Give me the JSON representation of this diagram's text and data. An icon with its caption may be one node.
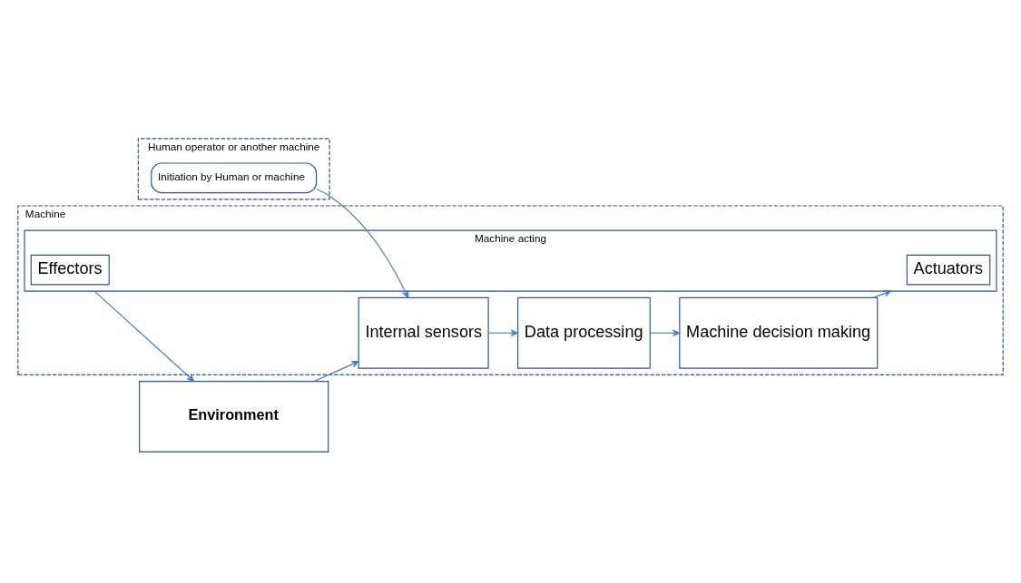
{
  "diagram": {
    "nodes": [
      {
        "text": [
          "Human operator or another machine"
        ]
      },
      {
        "text": [
          "Initiation by Human or machine"
        ],
        "in": 0
      },
      {
        "text": [
          "Machine"
        ]
      },
      {
        "text": [
          "Internal sensors"
        ],
        "in": 2
      },
      {
        "text": [
          "Data processing"
        ],
        "in": 2
      },
      {
        "text": [
          "Machine decision making"
        ],
        "in": 2
      },
      {
        "text": [
          "Machine acting"
        ],
        "in": 2
      },
      {
        "text": [
          "Actuators"
        ],
        "in": 6
      },
      {
        "text": [
          "Effectors"
        ],
        "in": 6
      },
      {
        "text": [
          "Environment"
        ]
      }
    ],
    "edges": [
      {
        "from": 1,
        "to": 3,
        "arrow": "to"
      },
      {
        "from": 3,
        "to": 4,
        "arrow": "to"
      },
      {
        "from": 4,
        "to": 5,
        "arrow": "to"
      },
      {
        "from": 5,
        "to": 6,
        "arrow": "to"
      },
      {
        "from": 6,
        "to": 9,
        "arrow": "to"
      },
      {
        "from": 9,
        "to": 3,
        "arrow": "to"
      }
    ]
  }
}
